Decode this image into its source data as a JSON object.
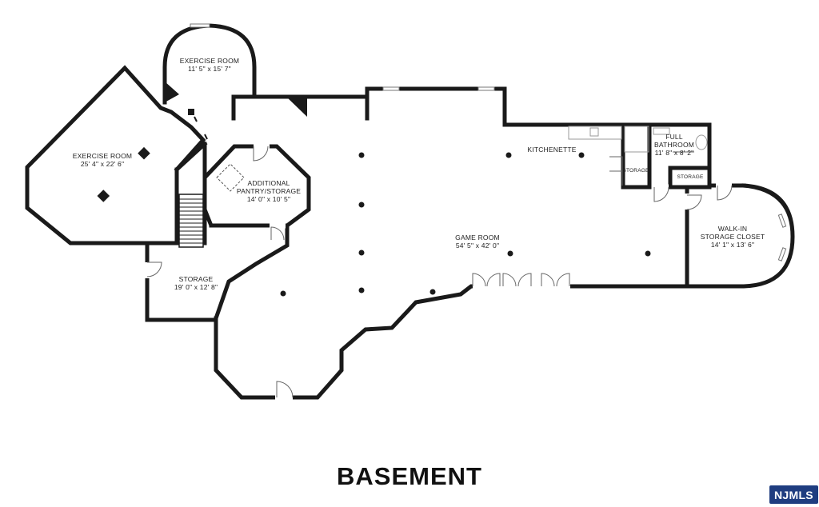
{
  "floor_title": "BASEMENT",
  "watermark": "NJMLS",
  "rooms": {
    "exercise_room_upper": {
      "name": "EXERCISE ROOM",
      "size": "11' 5\" x 15' 7\""
    },
    "exercise_room_left": {
      "name": "EXERCISE ROOM",
      "size": "25' 4\" x 22' 6\""
    },
    "pantry": {
      "name_line1": "ADDITIONAL",
      "name_line2": "PANTRY/STORAGE",
      "size": "14' 0\" x 10' 5\""
    },
    "kitchenette": {
      "name": "KITCHENETTE"
    },
    "full_bathroom": {
      "name_line1": "FULL",
      "name_line2": "BATHROOM",
      "size": "11' 8\" x 8' 2\""
    },
    "storage_small_1": {
      "name": "STORAGE"
    },
    "storage_small_2": {
      "name": "STORAGE"
    },
    "game_room": {
      "name": "GAME ROOM",
      "size": "54' 5\" x 42' 0\""
    },
    "walk_in": {
      "name_line1": "WALK-IN",
      "name_line2": "STORAGE CLOSET",
      "size": "14' 1\" x 13' 6\""
    },
    "storage_left": {
      "name": "STORAGE",
      "size": "19' 0\" x 12' 8\""
    }
  }
}
